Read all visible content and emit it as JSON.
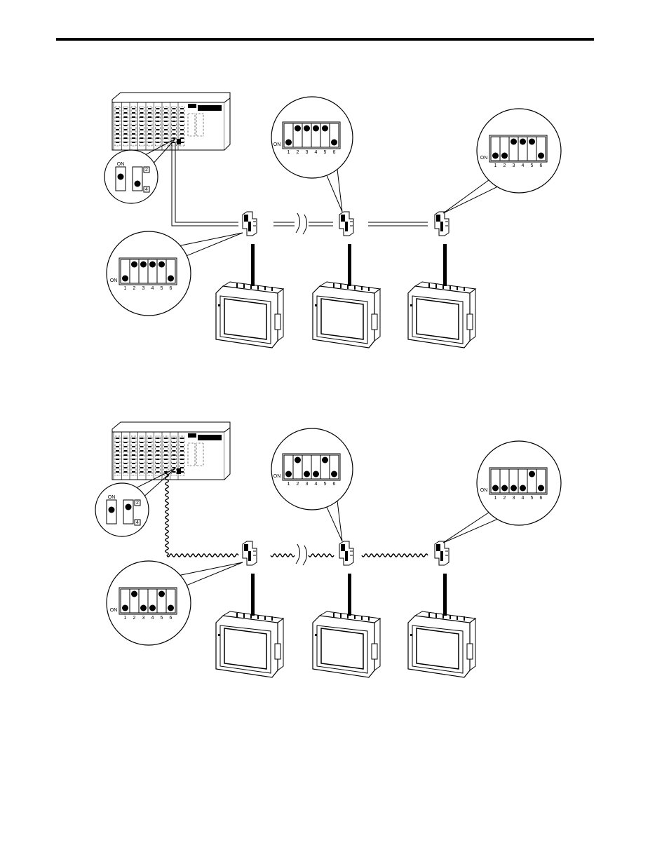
{
  "labels": {
    "on": "ON",
    "dip_numbers": [
      "1",
      "2",
      "3",
      "4",
      "5",
      "6"
    ],
    "plc_switch_numbers": [
      "2",
      "4"
    ]
  },
  "figures": [
    {
      "link": "straight",
      "plc_switch": {
        "sw2_on": true,
        "sw4_on": false
      },
      "adapters": [
        {
          "dips": [
            false,
            true,
            true,
            true,
            true,
            false
          ]
        },
        {
          "dips": [
            false,
            true,
            true,
            true,
            true,
            false
          ]
        },
        {
          "dips": [
            false,
            false,
            true,
            true,
            true,
            false
          ]
        }
      ]
    },
    {
      "link": "wavy",
      "plc_switch": {
        "sw2_on": true,
        "sw4_on": true
      },
      "adapters": [
        {
          "dips": [
            false,
            true,
            false,
            false,
            true,
            false
          ]
        },
        {
          "dips": [
            false,
            true,
            false,
            false,
            true,
            false
          ]
        },
        {
          "dips": [
            false,
            false,
            false,
            false,
            true,
            false
          ]
        }
      ]
    }
  ]
}
